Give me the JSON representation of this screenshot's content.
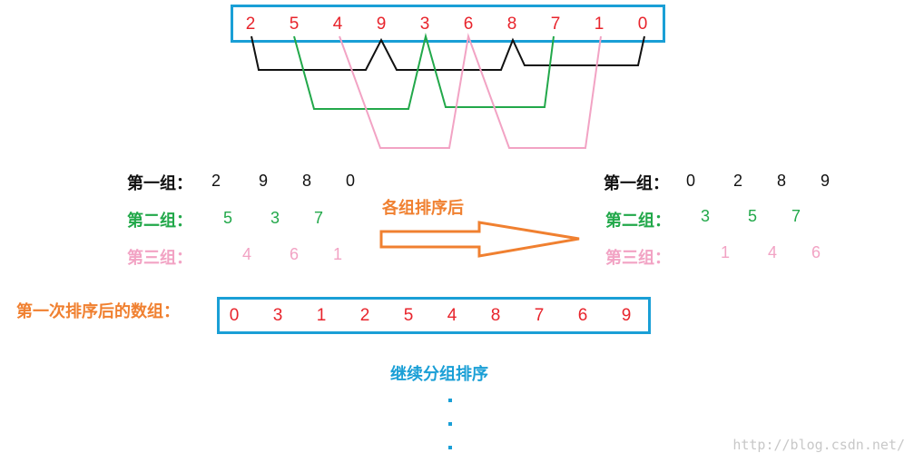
{
  "top_array": [
    "2",
    "5",
    "4",
    "9",
    "3",
    "6",
    "8",
    "7",
    "1",
    "0"
  ],
  "left_groups": {
    "g1_label": "第一组：",
    "g1": [
      "2",
      "9",
      "8",
      "0"
    ],
    "g2_label": "第二组：",
    "g2": [
      "5",
      "3",
      "7"
    ],
    "g3_label": "第三组：",
    "g3": [
      "4",
      "6",
      "1"
    ]
  },
  "arrow_label": "各组排序后",
  "right_groups": {
    "g1_label": "第一组：",
    "g1": [
      "0",
      "2",
      "8",
      "9"
    ],
    "g2_label": "第二组：",
    "g2": [
      "3",
      "5",
      "7"
    ],
    "g3_label": "第三组：",
    "g3": [
      "1",
      "4",
      "6"
    ]
  },
  "result_label": "第一次排序后的数组：",
  "result_array": [
    "0",
    "3",
    "1",
    "2",
    "5",
    "4",
    "8",
    "7",
    "6",
    "9"
  ],
  "continue_label": "继续分组排序",
  "watermark": "http://blog.csdn.net/",
  "colors": {
    "box": "#1a9fd6",
    "number": "#e8242c",
    "group1": "#111111",
    "group2": "#22a84a",
    "group3": "#f2a3c4",
    "arrow": "#f08030"
  }
}
